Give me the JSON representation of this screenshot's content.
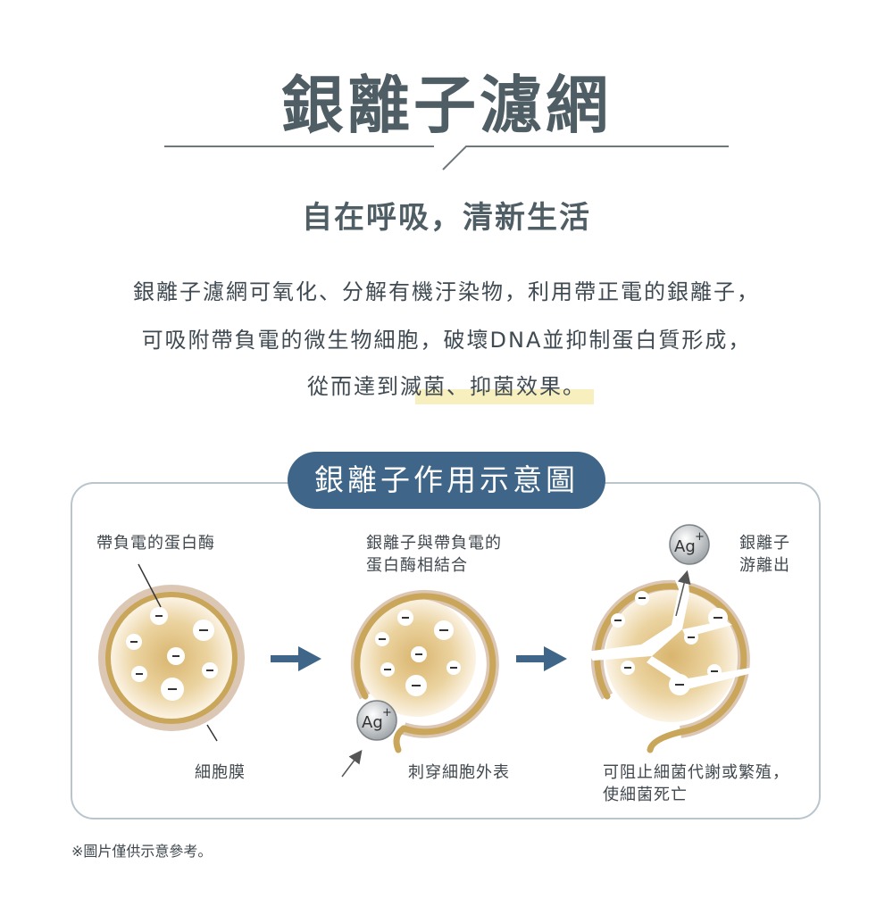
{
  "title": "銀離子濾網",
  "subtitle": "自在呼吸，清新生活",
  "description": {
    "line1": "銀離子濾網可氧化、分解有機汙染物，利用帶正電的銀離子，",
    "line2": "可吸附帶負電的微生物細胞，破壞DNA並抑制蛋白質形成，",
    "line3": "從而達到滅菌、抑菌效果。"
  },
  "diagram": {
    "heading": "銀離子作用示意圖",
    "labels": {
      "enzyme": "帶負電的蛋白酶",
      "membrane": "細胞膜",
      "bind_line1": "銀離子與帶負電的",
      "bind_line2": "蛋白酶相結合",
      "pierce": "刺穿細胞外表",
      "release_line1": "銀離子",
      "release_line2": "游離出",
      "stop_line1": "可阻止細菌代謝或繁殖，",
      "stop_line2": "使細菌死亡"
    },
    "ion_symbol": "Ag",
    "ion_charge": "+",
    "charge_symbol": "-"
  },
  "footnote": "※圖片僅供示意參考。",
  "colors": {
    "title": "#4f5d64",
    "pill": "#3f6688",
    "arrow": "#3f6688",
    "membrane": "#c9a65a",
    "highlight": "#f7efbe"
  }
}
